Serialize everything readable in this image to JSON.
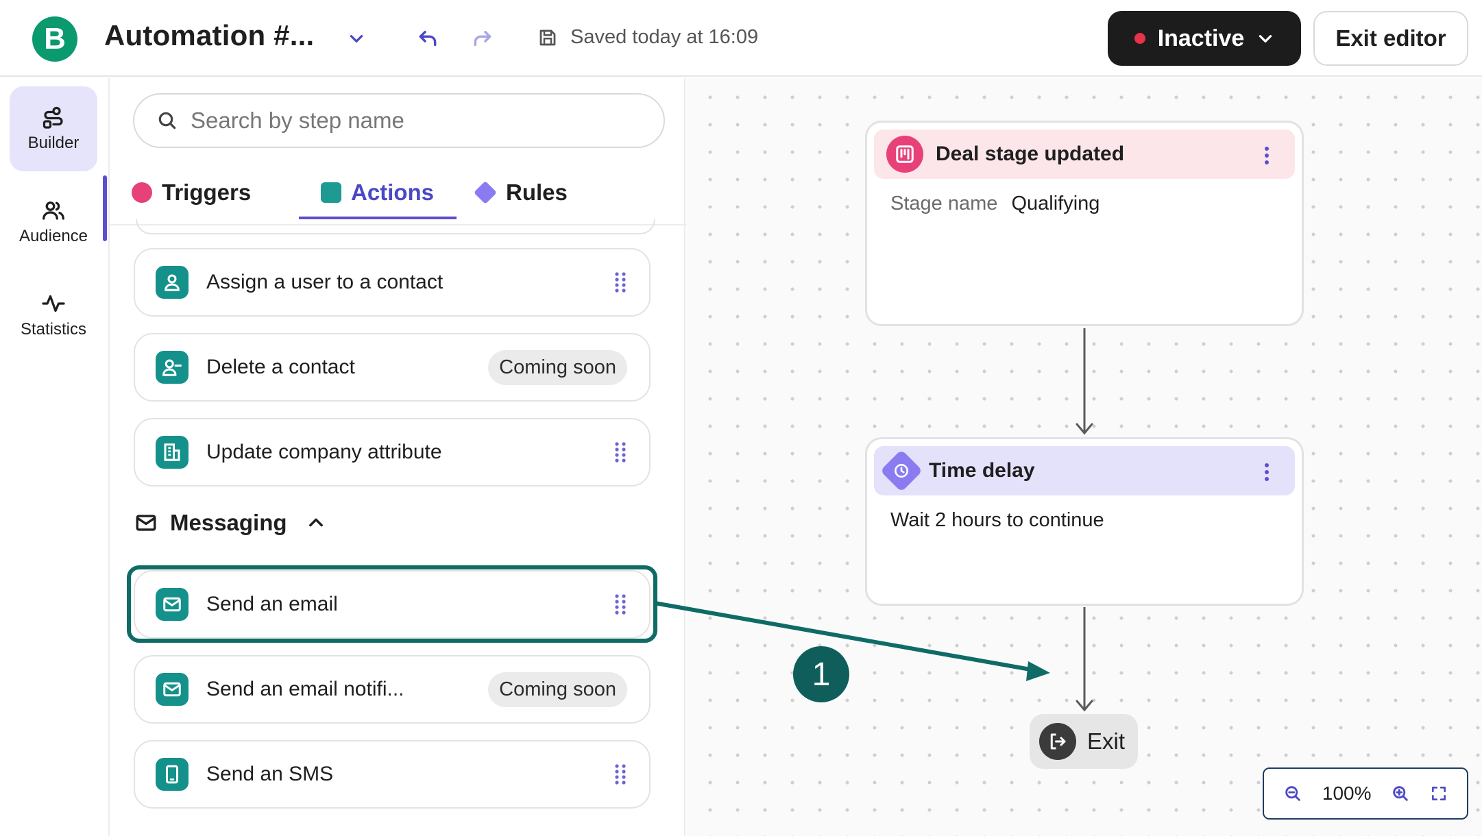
{
  "header": {
    "logo_letter": "B",
    "title": "Automation #...",
    "save_status": "Saved today at 16:09",
    "status_label": "Inactive",
    "exit_label": "Exit editor"
  },
  "nav": {
    "items": [
      {
        "label": "Builder",
        "icon": "builder-icon",
        "active": true
      },
      {
        "label": "Audience",
        "icon": "audience-icon"
      },
      {
        "label": "Statistics",
        "icon": "statistics-icon"
      }
    ]
  },
  "panel": {
    "search_placeholder": "Search by step name",
    "tabs": [
      {
        "label": "Triggers",
        "color": "#e8417a"
      },
      {
        "label": "Actions",
        "color": "#1e9a94",
        "active": true
      },
      {
        "label": "Rules",
        "color": "#8a7cf0"
      }
    ],
    "steps": [
      {
        "label": "Assign a user to a contact",
        "icon": "user-icon"
      },
      {
        "label": "Delete a contact",
        "icon": "user-minus-icon",
        "badge": "Coming soon"
      },
      {
        "label": "Update company attribute",
        "icon": "building-icon"
      }
    ],
    "messaging": {
      "title": "Messaging",
      "steps": [
        {
          "label": "Send an email",
          "icon": "mail-icon"
        },
        {
          "label": "Send an email notifi...",
          "icon": "mail-icon",
          "badge": "Coming soon"
        },
        {
          "label": "Send an SMS",
          "icon": "phone-icon"
        }
      ]
    }
  },
  "canvas": {
    "trigger_node": {
      "title": "Deal stage updated",
      "field_label": "Stage name",
      "field_value": "Qualifying",
      "color": "#fde6ea",
      "icon_color": "#e8417a"
    },
    "delay_node": {
      "title": "Time delay",
      "body": "Wait 2 hours to continue",
      "color": "#e4e1fb",
      "icon_color": "#8a7cf0"
    },
    "exit_label": "Exit",
    "zoom_level": "100%",
    "marker_number": "1"
  }
}
